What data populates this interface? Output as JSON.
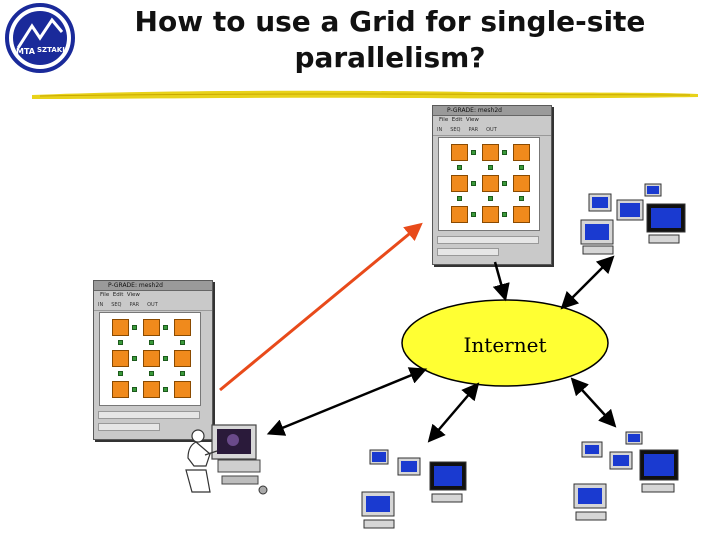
{
  "title": {
    "line1": "How to use a Grid for single-site",
    "line2": "parallelism?"
  },
  "logo": {
    "text_left": "MTA",
    "text_right": "SZTAKI",
    "colors": {
      "blue": "#1a2a9a",
      "ring": "#1a2a9a"
    }
  },
  "window": {
    "title": "P-GRADE: mesh2d",
    "menu": [
      "File",
      "Edit",
      "View"
    ],
    "tools": [
      "IN",
      "SEQ",
      "PAR",
      "OUT"
    ]
  },
  "internet": {
    "label": "Internet",
    "fill": "#ffff33"
  },
  "colors": {
    "arrow": "#e84a1a",
    "line": "#000000",
    "node": "#f08a1c",
    "port": "#3a9a3a",
    "monitor": "#1a3ad0"
  },
  "icons": [
    "institute-logo",
    "application-window",
    "workstation-user",
    "computer-cluster"
  ]
}
